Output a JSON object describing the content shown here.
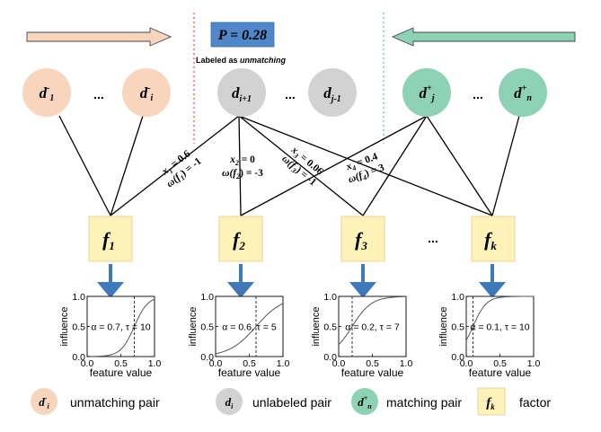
{
  "probability_box": {
    "label": "P = 0.28"
  },
  "status_caption": {
    "prefix": "Labeled as ",
    "emphasis": "unmatching"
  },
  "nodes": {
    "unmatching_1": {
      "base": "d",
      "sup": "-",
      "sub": "1"
    },
    "unmatching_i": {
      "base": "d",
      "sup": "-",
      "sub": "i"
    },
    "unlabeled_i1": {
      "base": "d",
      "sub": "i+1"
    },
    "unlabeled_j1": {
      "base": "d",
      "sub": "j-1"
    },
    "matching_j": {
      "base": "d",
      "sup": "+",
      "sub": "j"
    },
    "matching_n": {
      "base": "d",
      "sup": "+",
      "sub": "n"
    },
    "ellipsis": "..."
  },
  "edge_labels": [
    {
      "line1": "x",
      "sub1": "1",
      "rest1": " = 0.6",
      "line2": "ω(f",
      "sub2": "1",
      "rest2": ") = -1"
    },
    {
      "line1": "x",
      "sub1": "2",
      "rest1": " = 0",
      "line2": "ω(f",
      "sub2": "2",
      "rest2": ") = -3"
    },
    {
      "line1": "x",
      "sub1": "3",
      "rest1": " = 0.06",
      "line2": "ω(f",
      "sub2": "3",
      "rest2": ") = -1"
    },
    {
      "line1": "x",
      "sub1": "4",
      "rest1": " = 0.4",
      "line2": "ω(f",
      "sub2": "4",
      "rest2": ") = 3"
    }
  ],
  "factors": [
    {
      "base": "f",
      "sub": "1"
    },
    {
      "base": "f",
      "sub": "2"
    },
    {
      "base": "f",
      "sub": "3"
    },
    {
      "base": "f",
      "sub": "k"
    }
  ],
  "factor_ellipsis": "...",
  "plots": {
    "ylabel": "influence",
    "xlabel": "feature value",
    "ytick_labels": [
      "1.0",
      "0.5",
      "0.0"
    ],
    "xtick_labels": [
      "0.0",
      "0.5",
      "1.0"
    ]
  },
  "chart_data": [
    {
      "type": "line",
      "xlabel": "feature value",
      "ylabel": "influence",
      "xlim": [
        0,
        1
      ],
      "ylim": [
        0,
        1
      ],
      "alpha": 0.7,
      "tau": 10,
      "annotation": "α = 0.7, τ = 10"
    },
    {
      "type": "line",
      "xlabel": "feature value",
      "ylabel": "influence",
      "xlim": [
        0,
        1
      ],
      "ylim": [
        0,
        1
      ],
      "alpha": 0.6,
      "tau": 5,
      "annotation": "α = 0.6, τ = 5"
    },
    {
      "type": "line",
      "xlabel": "feature value",
      "ylabel": "influence",
      "xlim": [
        0,
        1
      ],
      "ylim": [
        0,
        1
      ],
      "alpha": 0.2,
      "tau": 7,
      "annotation": "α = 0.2, τ = 7"
    },
    {
      "type": "line",
      "xlabel": "feature value",
      "ylabel": "influence",
      "xlim": [
        0,
        1
      ],
      "ylim": [
        0,
        1
      ],
      "alpha": 0.1,
      "tau": 10,
      "annotation": "α = 0.1, τ = 10"
    }
  ],
  "legend": [
    {
      "symbol_base": "d",
      "symbol_sup": "-",
      "symbol_sub": "i",
      "label": "unmatching pair"
    },
    {
      "symbol_base": "d",
      "symbol_sub": "i",
      "label": "unlabeled pair"
    },
    {
      "symbol_base": "d",
      "symbol_sup": "+",
      "symbol_sub": "n",
      "label": "matching pair"
    },
    {
      "symbol_base": "f",
      "symbol_sub": "k",
      "label": "factor"
    }
  ],
  "colors": {
    "unmatching_fill": "#f8d5bd",
    "unlabeled_fill": "#d2d2d2",
    "matching_fill": "#8ed2b6",
    "factor_fill": "#fdf2b8",
    "factor_stroke": "#e6d79a",
    "prob_box_fill": "#4f87c8",
    "blue_arrow": "#3f79b9",
    "left_arrow_fill": "#f8d5bd",
    "right_arrow_fill": "#8ed2b6",
    "red_divider": "#e84646",
    "teal_divider": "#5ab9c9"
  }
}
